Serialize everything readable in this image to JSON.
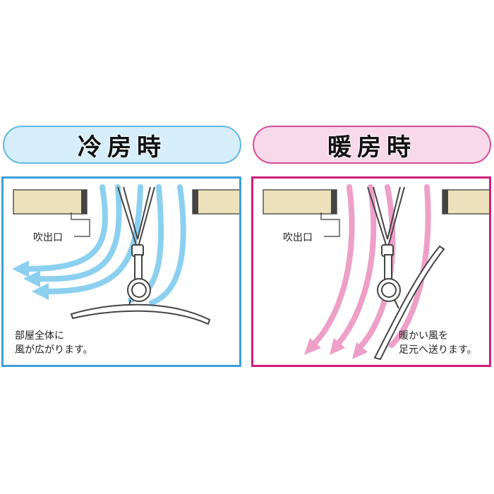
{
  "cooling": {
    "title": "冷房時",
    "outlet_label": "吹出口",
    "caption_line1": "部屋全体に",
    "caption_line2": "風が広がります。",
    "accent": "#63b7e4",
    "border": "#3d9fd8",
    "fill": "#d6eef9",
    "arrow": "#8cd0f0"
  },
  "heating": {
    "title": "暖房時",
    "outlet_label": "吹出口",
    "caption_line1": "暖かい風を",
    "caption_line2": "足元へ送ります。",
    "accent": "#d64c95",
    "border": "#cf1f7a",
    "fill": "#f7d9ea",
    "arrow": "#ee9fc8"
  }
}
